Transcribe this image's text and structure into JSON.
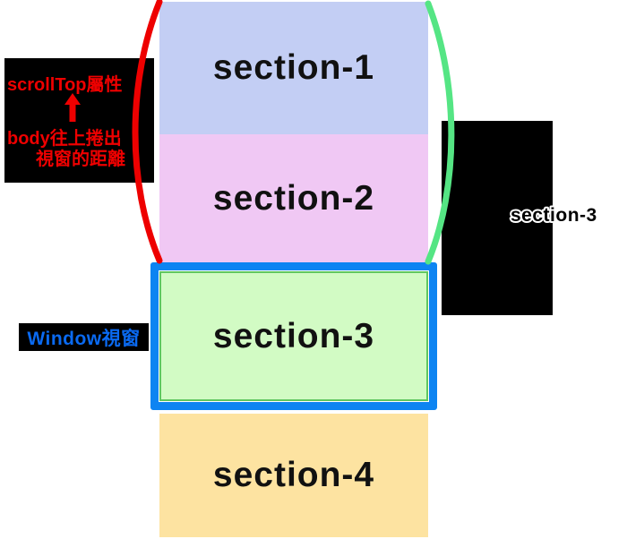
{
  "page": {
    "background": "#ffffff"
  },
  "sections": [
    {
      "label": "section-1",
      "color": "#c3cef4"
    },
    {
      "label": "section-2",
      "color": "#f0c8f4"
    },
    {
      "label": "section-3",
      "color": "#d2fbc4"
    },
    {
      "label": "section-4",
      "color": "#fde3a1"
    }
  ],
  "viewport": {
    "border_color": "#0d84f2"
  },
  "annotations": {
    "scrolltop_note": {
      "line1": "scrollTop屬性",
      "line2": "body往上捲出",
      "line3": "視窗的距離",
      "text_color": "#ee0000",
      "box_color": "#000000"
    },
    "window_label": {
      "text": "Window視窗",
      "text_color": "#0a6af2",
      "box_color": "#000000"
    },
    "section3_callout": {
      "text": "section-3",
      "fill_color": "#000000",
      "outline_color": "#ffffff",
      "box_color": "#000000"
    }
  },
  "brackets": {
    "left_color": "#ee0000",
    "right_color": "#55e584"
  }
}
